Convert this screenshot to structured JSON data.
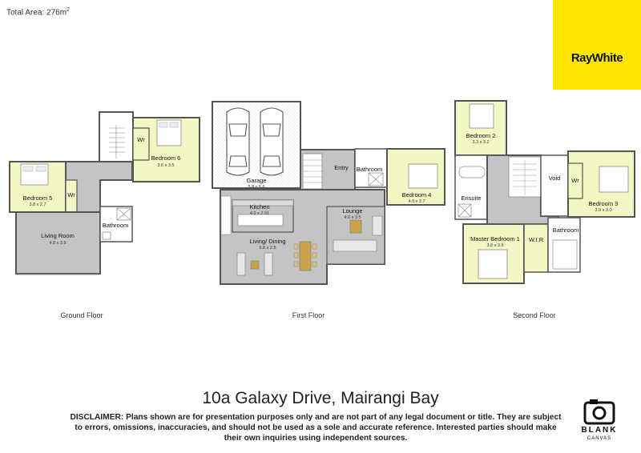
{
  "header": {
    "total_area_label": "Total Area: 276m",
    "total_area_unit_sup": "2"
  },
  "brand": {
    "name": "RayWhite",
    "color": "#ffe600"
  },
  "floors": {
    "ground": {
      "label": "Ground Floor",
      "rooms": {
        "bedroom5": {
          "name": "Bedroom 5",
          "dims": "3.8 x 2.7"
        },
        "bedroom6": {
          "name": "Bedroom 6",
          "dims": "3.6 x 3.5"
        },
        "wr_a": {
          "name": "Wr"
        },
        "wr_b": {
          "name": "Wr"
        },
        "living_room": {
          "name": "Living Room",
          "dims": "4.8 x 3.9"
        },
        "bathroom": {
          "name": "Bathroom"
        }
      }
    },
    "first": {
      "label": "First Floor",
      "rooms": {
        "garage": {
          "name": "Garage",
          "dims": "5.8 x 5.6"
        },
        "entry": {
          "name": "Entry"
        },
        "bathroom": {
          "name": "Bathroom"
        },
        "bedroom4": {
          "name": "Bedroom 4",
          "dims": "4.0 x 3.7"
        },
        "kitchen": {
          "name": "Kitchen",
          "dims": "4.0 x 2.91"
        },
        "lounge": {
          "name": "Lounge",
          "dims": "4.0 x 3.5"
        },
        "living_dining": {
          "name": "Living/ Dining",
          "dims": "6.8 x 2.5"
        }
      }
    },
    "second": {
      "label": "Second Floor",
      "rooms": {
        "bedroom2": {
          "name": "Bedroom 2",
          "dims": "3.3 x 3.2"
        },
        "void": {
          "name": "Void"
        },
        "wr": {
          "name": "Wr"
        },
        "bedroom3": {
          "name": "Bedroom 3",
          "dims": "3.9 x 3.0"
        },
        "ensuite": {
          "name": "Ensuite"
        },
        "master": {
          "name": "Master Bedroom 1",
          "dims": "3.8 x 3.6"
        },
        "wir": {
          "name": "W.I.R"
        },
        "bathroom": {
          "name": "Bathroom"
        }
      }
    }
  },
  "address": "10a Galaxy Drive, Mairangi Bay",
  "disclaimer": "DISCLAIMER: Plans shown are for presentation purposes only and are not part of any legal document or title. They are subject to errors, omissions, inaccuracies, and should not be used as a sole and accurate reference. Interested parties should make their own inquiries using independent sources.",
  "footer_brand": {
    "name": "BLANK",
    "subtitle": "CANVAS"
  },
  "colors": {
    "bedroom_fill": "#f4f7c4",
    "floor_fill": "#c4c4c4",
    "wet_fill": "#ffffff",
    "wall": "#555555"
  }
}
